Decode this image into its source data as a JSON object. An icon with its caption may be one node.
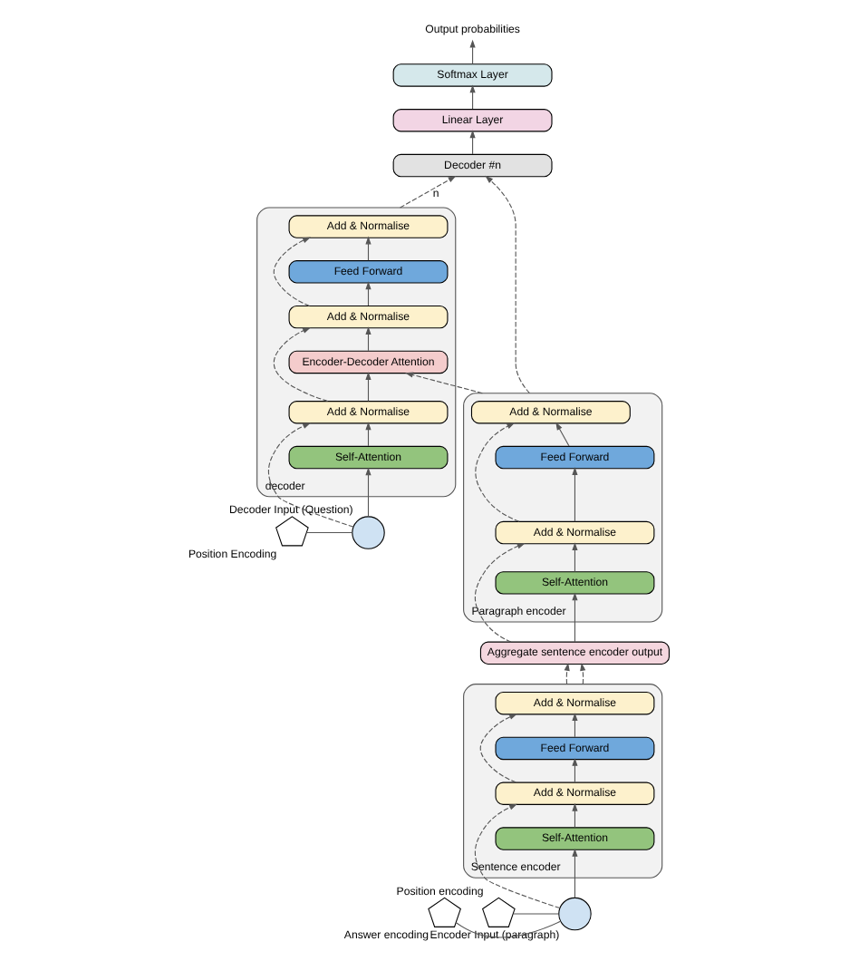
{
  "diagram": {
    "nodes": [
      {
        "text": [
          "Paragraph encoder"
        ]
      },
      {
        "text": [
          "Add & Normalise"
        ],
        "in": 0
      },
      {
        "text": [
          "Feed Forward"
        ],
        "in": 0
      },
      {
        "text": [
          "Add & Normalise"
        ],
        "in": 0
      },
      {
        "text": [
          "Self-Attention"
        ],
        "in": 0
      },
      {
        "text": [
          "Aggregate sentence encoder output"
        ]
      },
      {
        "text": [
          "Sentence encoder"
        ]
      },
      {
        "text": [
          "Add & Normalise"
        ],
        "in": 6
      },
      {
        "text": [
          "Feed Forward"
        ],
        "in": 6
      },
      {
        "text": [
          "Add & Normalise"
        ],
        "in": 6
      },
      {
        "text": [
          "Self-Attention"
        ],
        "in": 6
      },
      {
        "text": [],
        "shape": "pentagon",
        "beside": [
          "Answer encoding"
        ]
      },
      {
        "text": [],
        "shape": "circle",
        "beside": [
          "Encoder Input (paragraph)"
        ]
      },
      {
        "text": [],
        "shape": "pentagon",
        "beside": [
          "Position encoding"
        ]
      },
      {
        "text": [
          "Output probabilities"
        ]
      },
      {
        "text": [
          "Softmax Layer"
        ]
      },
      {
        "text": [
          "Linear Layer"
        ]
      },
      {
        "text": [
          "Decoder #n"
        ]
      },
      {
        "text": [
          "decoder"
        ]
      },
      {
        "text": [
          "Add & Normalise"
        ],
        "in": 18
      },
      {
        "text": [
          "Feed Forward"
        ],
        "in": 18
      },
      {
        "text": [
          "Add & Normalise"
        ],
        "in": 18
      },
      {
        "text": [
          "Encoder-Decoder Attention"
        ],
        "in": 18
      },
      {
        "text": [
          "Add & Normalise"
        ],
        "in": 18
      },
      {
        "text": [
          "Self-Attention"
        ],
        "in": 18
      },
      {
        "text": [],
        "shape": "pentagon",
        "beside": [
          "Position Encoding"
        ]
      },
      {
        "text": [],
        "shape": "circle",
        "beside": [
          "Decoder Input (Question)"
        ]
      }
    ],
    "edges": [
      {
        "from": 4,
        "to": 3,
        "arrow": "to"
      },
      {
        "from": 3,
        "to": 2,
        "arrow": "to"
      },
      {
        "from": 2,
        "to": 1,
        "arrow": "to"
      },
      {
        "from": 5,
        "to": 4,
        "arrow": "to"
      },
      {
        "from": 5,
        "to": 3,
        "arrow": "to",
        "style": "dashed"
      },
      {
        "from": 3,
        "to": 1,
        "arrow": "to",
        "style": "dashed"
      },
      {
        "from": 6,
        "to": 5,
        "arrow": "to",
        "style": "dashed"
      },
      {
        "from": 6,
        "to": 5,
        "arrow": "to",
        "style": "dashed"
      },
      {
        "from": 10,
        "to": 9,
        "arrow": "to"
      },
      {
        "from": 9,
        "to": 8,
        "arrow": "to"
      },
      {
        "from": 8,
        "to": 7,
        "arrow": "to"
      },
      {
        "from": 12,
        "to": 10,
        "arrow": "to"
      },
      {
        "from": 12,
        "to": 9,
        "arrow": "to",
        "style": "dashed"
      },
      {
        "from": 9,
        "to": 7,
        "arrow": "to",
        "style": "dashed"
      },
      {
        "from": 11,
        "to": 12,
        "arrow": "none"
      },
      {
        "from": 13,
        "to": 12,
        "arrow": "none"
      },
      {
        "from": 0,
        "to": 17,
        "arrow": "to",
        "style": "dashed"
      },
      {
        "from": 0,
        "to": 22,
        "arrow": "to",
        "style": "dashed"
      },
      {
        "from": 17,
        "to": 16,
        "arrow": "to"
      },
      {
        "from": 16,
        "to": 15,
        "arrow": "to"
      },
      {
        "from": 15,
        "to": 14,
        "arrow": "to"
      },
      {
        "from": 18,
        "to": 17,
        "arrow": "to",
        "style": "dashed",
        "label": "n"
      },
      {
        "from": 24,
        "to": 23,
        "arrow": "to"
      },
      {
        "from": 23,
        "to": 22,
        "arrow": "to"
      },
      {
        "from": 22,
        "to": 21,
        "arrow": "to"
      },
      {
        "from": 21,
        "to": 20,
        "arrow": "to"
      },
      {
        "from": 20,
        "to": 19,
        "arrow": "to"
      },
      {
        "from": 26,
        "to": 24,
        "arrow": "to"
      },
      {
        "from": 26,
        "to": 23,
        "arrow": "to",
        "style": "dashed"
      },
      {
        "from": 23,
        "to": 21,
        "arrow": "to",
        "style": "dashed"
      },
      {
        "from": 21,
        "to": 19,
        "arrow": "to",
        "style": "dashed"
      },
      {
        "from": 25,
        "to": 26,
        "arrow": "none"
      }
    ]
  }
}
